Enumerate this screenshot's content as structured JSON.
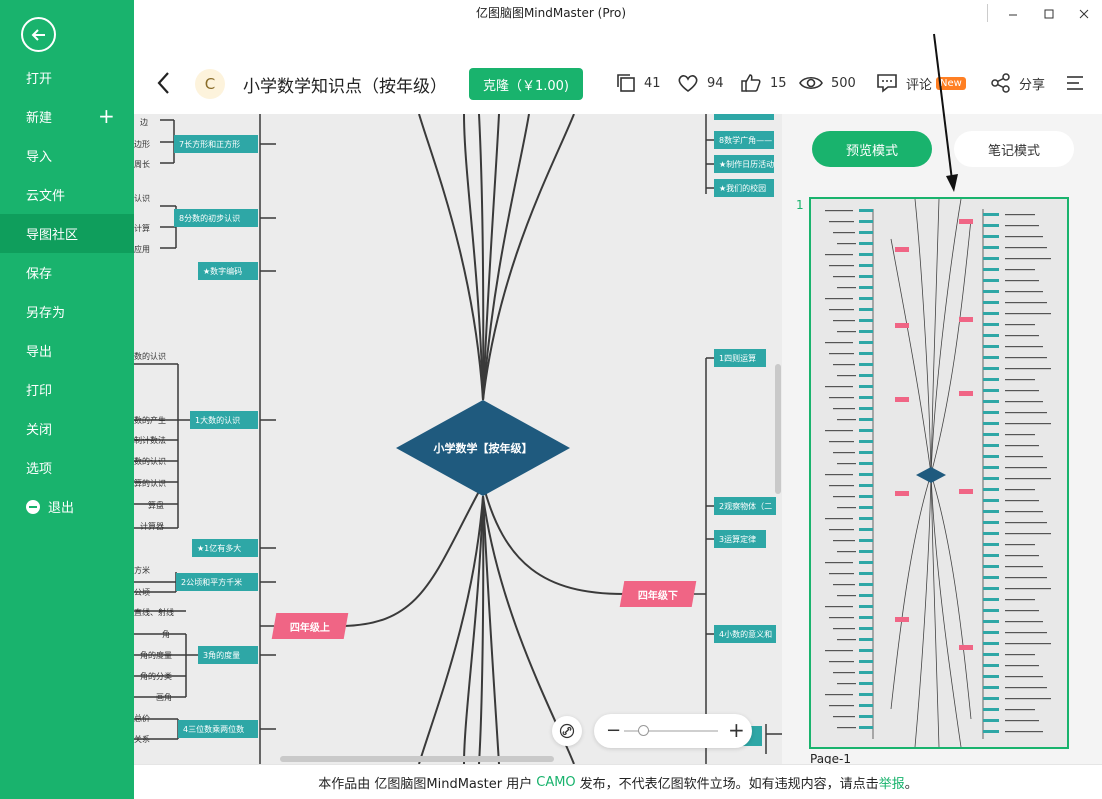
{
  "window": {
    "title": "亿图脑图MindMaster (Pro)"
  },
  "sidebar": {
    "items": [
      {
        "label": "打开"
      },
      {
        "label": "新建"
      },
      {
        "label": "导入"
      },
      {
        "label": "云文件"
      },
      {
        "label": "导图社区",
        "active": true
      },
      {
        "label": "保存"
      },
      {
        "label": "另存为"
      },
      {
        "label": "导出"
      },
      {
        "label": "打印"
      },
      {
        "label": "关闭"
      },
      {
        "label": "选项"
      },
      {
        "label": "退出"
      }
    ]
  },
  "header": {
    "logo_letter": "C",
    "title": "小学数学知识点（按年级）",
    "clone_label": "克隆（￥1.00)",
    "copies": "41",
    "likes": "94",
    "thumbs": "15",
    "views": "500",
    "comment_label": "评论",
    "new_badge": "New",
    "share_label": "分享"
  },
  "mindmap": {
    "center": "小学数学【按年级】",
    "branches": {
      "grade4_up": "四年级上",
      "grade4_down": "四年级下"
    },
    "left_nodes": [
      "7长方形和正方形",
      "8分数的初步认识",
      "★数字编码",
      "1大数的认识",
      "★1亿有多大",
      "2公顷和平方千米",
      "3角的度量",
      "4三位数乘两位数"
    ],
    "left_leaves": [
      "边",
      "边形",
      "周长",
      "认识",
      "计算",
      "应用",
      "数的认识",
      "数的产生",
      "制计数法",
      "数的认识",
      "算的认识",
      "算盘",
      "计算器",
      "方米",
      "公顷",
      "直线、射线",
      "角",
      "角的度量",
      "角的分类",
      "画角",
      "总价",
      "关系"
    ],
    "right_nodes": [
      "8数学广角——",
      "★制作日历活动",
      "★我们的校园",
      "1四则运算",
      "2观察物体（二",
      "3运算定律",
      "4小数的意义和"
    ]
  },
  "zoom": {
    "minus": "−",
    "plus": "+"
  },
  "right_panel": {
    "preview_mode": "预览模式",
    "note_mode": "笔记模式",
    "page_number": "1",
    "page_label": "Page-1"
  },
  "footer": {
    "prefix": "本作品由 亿图脑图MindMaster 用户",
    "user": "CAMO",
    "middle": "发布，不代表亿图软件立场。如有违规内容，请点击",
    "report": "举报",
    "suffix": "。"
  },
  "colors": {
    "brand_green": "#19b36d",
    "sidebar_active": "#0f9e5c",
    "topic_teal": "#2ea7a6",
    "branch_pink": "#f06585",
    "center_navy": "#1f5a7e",
    "badge_orange": "#ff7f23"
  }
}
